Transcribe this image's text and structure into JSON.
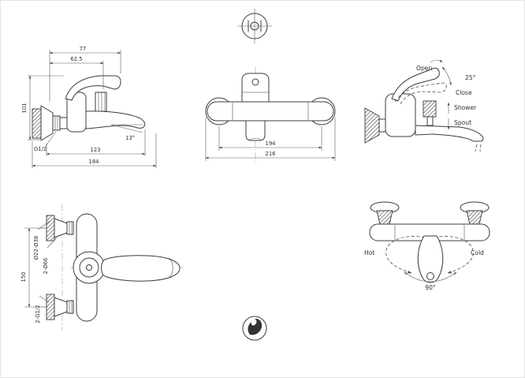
{
  "drawing": {
    "side_view": {
      "dim_top_width": "77",
      "dim_handle_width": "62.5",
      "dim_height": "101",
      "thread_label": "G1/2",
      "dim_spout_length": "123",
      "dim_overall_length": "184",
      "spout_angle": "13°"
    },
    "front_view": {
      "dim_center_distance": "194",
      "dim_overall_width": "216"
    },
    "operation_view": {
      "open_label": "Open",
      "open_angle": "25°",
      "close_label": "Close",
      "shower_label": "Shower",
      "spout_label": "Spout"
    },
    "plan_view": {
      "pipe_diameter_range": "Ø22-Ø38",
      "escutcheon_label": "2-Ø66",
      "dim_center_distance": "150",
      "thread_label": "2-G1/2"
    },
    "mixing_view": {
      "hot_label": "Hot",
      "cold_label": "Cold",
      "swing_angle": "90°"
    }
  }
}
